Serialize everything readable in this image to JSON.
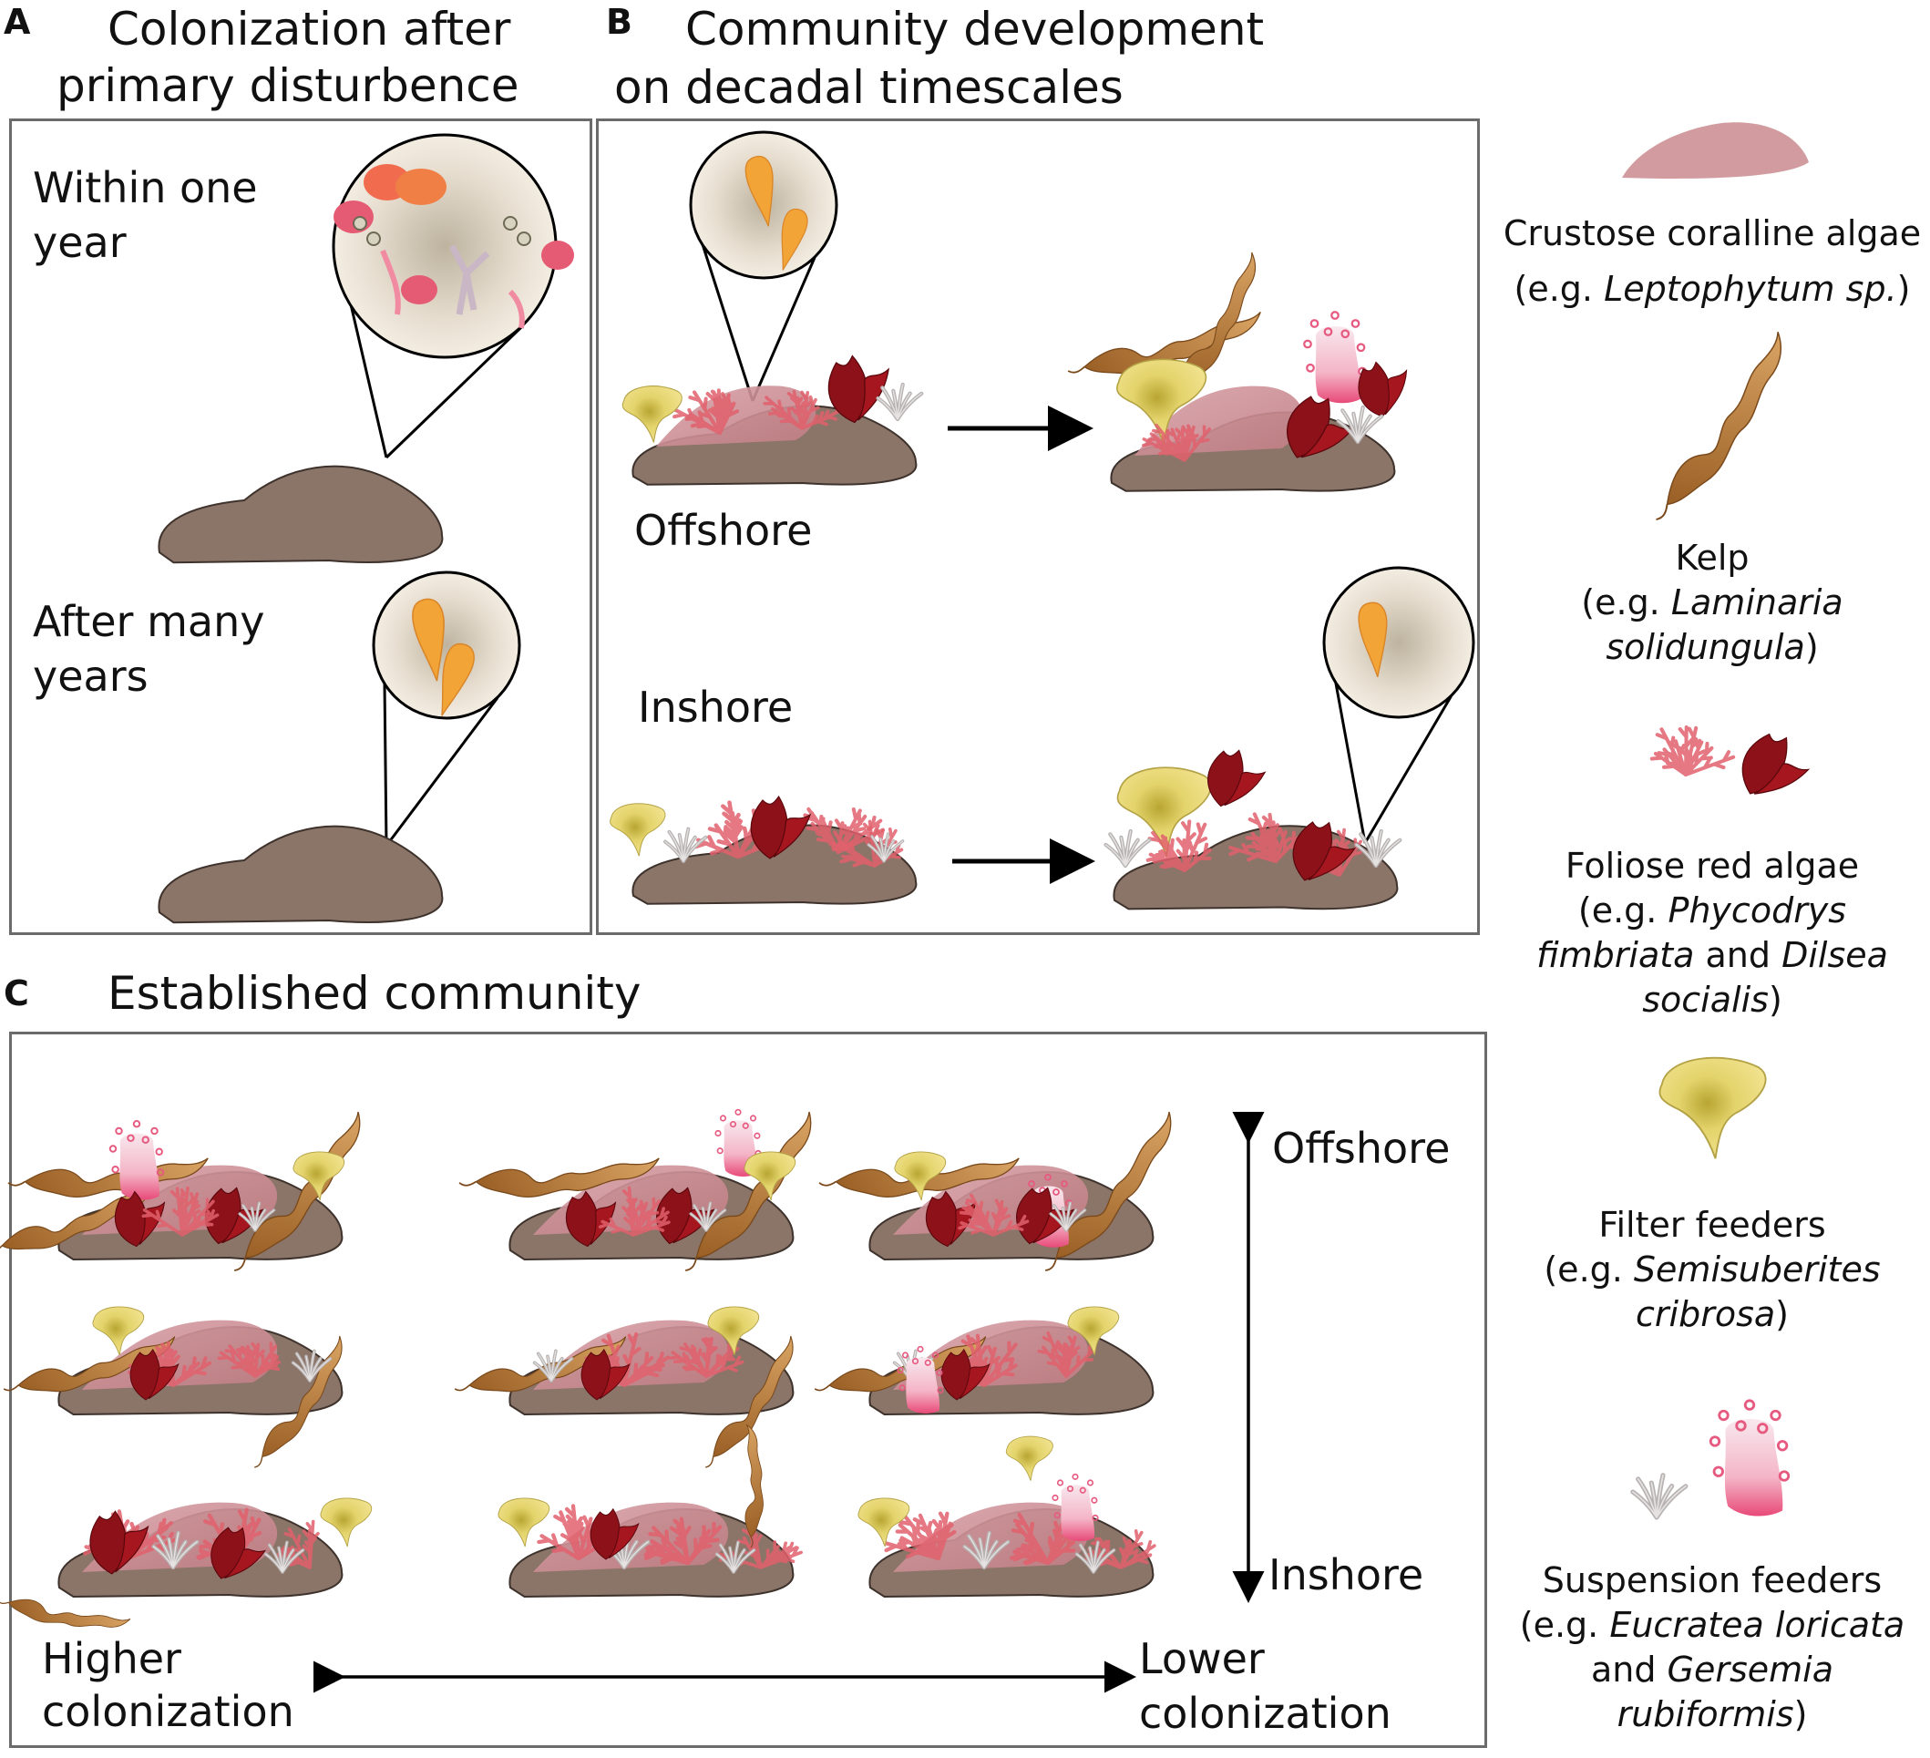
{
  "panel_a": {
    "letter": "A",
    "title_line1": "Colonization after",
    "title_line2": "primary disturbence",
    "label_top_line1": "Within one",
    "label_top_line2": "year",
    "label_bottom_line1": "After many",
    "label_bottom_line2": "years"
  },
  "panel_b": {
    "letter": "B",
    "title_line1": "Community development",
    "title_line2": "on decadal timescales",
    "label_offshore": "Offshore",
    "label_inshore": "Inshore"
  },
  "panel_c": {
    "letter": "C",
    "title": "Established community",
    "axis_top": "Offshore",
    "axis_bottom": "Inshore",
    "left_line1": "Higher",
    "left_line2": "colonization",
    "right_line1": "Lower",
    "right_line2": "colonization"
  },
  "legend": {
    "cca_name": "Crustose coralline algae",
    "cca_pre": "(e.g. ",
    "cca_species": "Leptophytum sp.",
    "cca_post": ")",
    "kelp_name": "Kelp",
    "kelp_pre": "(e.g. ",
    "kelp_species1": "Laminaria",
    "kelp_species2": "solidungula",
    "kelp_post": ")",
    "red_name": "Foliose red algae",
    "red_pre": "(e.g. ",
    "red_species1": "Phycodrys",
    "red_species2": "fimbriata",
    "red_and": " and ",
    "red_species3": "Dilsea",
    "red_species4": "socialis",
    "red_post": ")",
    "filter_name": "Filter feeders",
    "filter_pre": "(e.g. ",
    "filter_species1": "Semisuberites",
    "filter_species2": "cribrosa",
    "filter_post": ")",
    "susp_name": "Suspension feeders",
    "susp_pre": "(e.g. ",
    "susp_species1": "Eucratea loricata",
    "susp_and": "and ",
    "susp_species2": "Gersemia",
    "susp_species3": "rubiformis",
    "susp_post": ")"
  },
  "colors": {
    "rock": "#8b7468",
    "cca": "#c98a8e",
    "kelp": "#b8793a",
    "red_branch": "#e0606c",
    "red_leaf": "#8c1119",
    "filter": "#e8d36a",
    "suspension": "#b8b3b3",
    "soft_coral": "#f2a0b8",
    "panel_border": "#6b6b6b"
  }
}
